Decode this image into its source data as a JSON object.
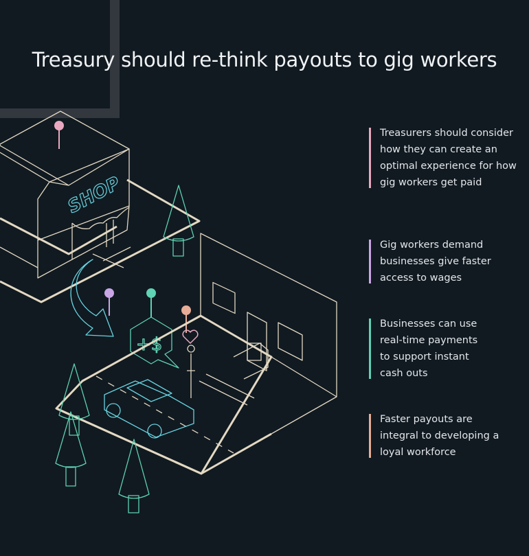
{
  "title": "Treasury should re-think payouts to gig workers",
  "shop_sign": "SHOP",
  "colors": {
    "background": "#111a21",
    "line": "#e3d8c2",
    "teal": "#5fd3b3",
    "cyan": "#66d3e0",
    "pink": "#eaa8c0",
    "lavender": "#c9a6e6",
    "peach": "#e8ad96",
    "frame": "#33383f"
  },
  "notes": [
    {
      "text": "Treasurers should consider how they can create an optimal experience for how gig workers get paid",
      "color": "#eaa8c0"
    },
    {
      "text": "Gig workers demand businesses give faster access to wages",
      "color": "#c9a6e6"
    },
    {
      "text": "Businesses can use real-time payments to support instant cash outs",
      "color": "#5fd3b3"
    },
    {
      "text": "Faster payouts are integral to developing a loyal workforce",
      "color": "#e8ad96"
    }
  ]
}
